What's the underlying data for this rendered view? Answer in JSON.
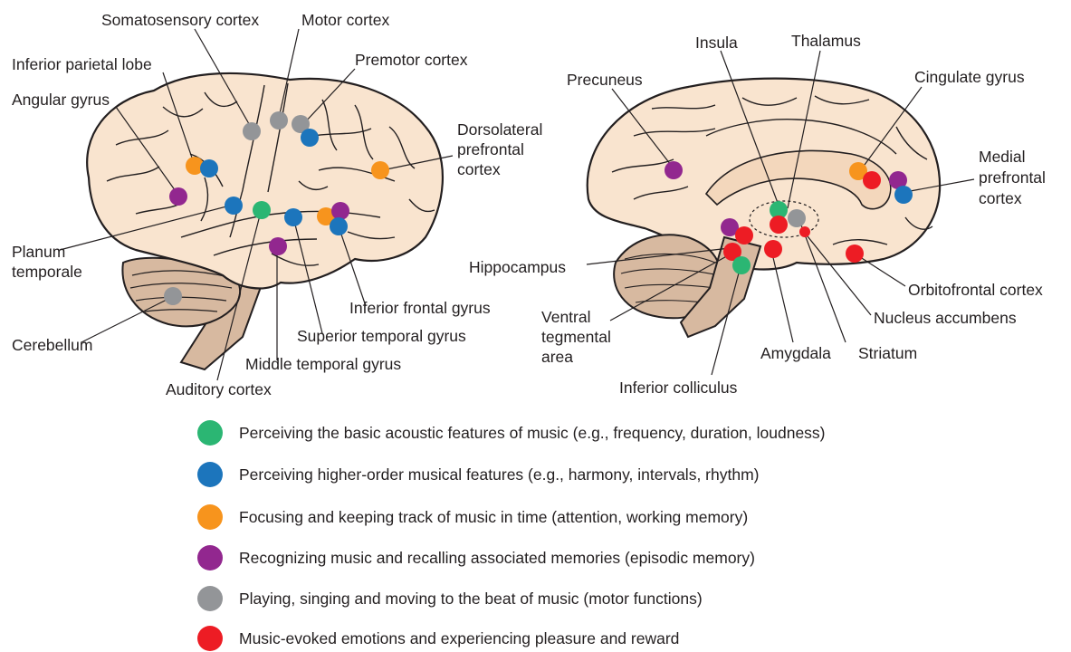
{
  "colors": {
    "acoustic": "#2bb673",
    "higher_order": "#1c75bc",
    "attention": "#f7941d",
    "memory": "#92278f",
    "motor": "#939598",
    "emotion": "#ed1c24",
    "tissue": "#f9e4cf",
    "tissue_dark": "#d7b9a0",
    "outline": "#231f20"
  },
  "lateral_labels": {
    "somatosensory": "Somatosensory cortex",
    "motor": "Motor cortex",
    "premotor": "Premotor cortex",
    "inferior_parietal": "Inferior parietal lobe",
    "angular": "Angular gyrus",
    "dlpfc_1": "Dorsolateral",
    "dlpfc_2": "prefrontal",
    "dlpfc_3": "cortex",
    "planum_1": "Planum",
    "planum_2": "temporale",
    "cerebellum": "Cerebellum",
    "inferior_frontal": "Inferior frontal gyrus",
    "superior_temporal": "Superior temporal gyrus",
    "middle_temporal": "Middle temporal gyrus",
    "auditory": "Auditory cortex"
  },
  "medial_labels": {
    "insula": "Insula",
    "thalamus": "Thalamus",
    "precuneus": "Precuneus",
    "cingulate": "Cingulate gyrus",
    "mpfc_1": "Medial",
    "mpfc_2": "prefrontal",
    "mpfc_3": "cortex",
    "hippocampus": "Hippocampus",
    "vta_1": "Ventral",
    "vta_2": "tegmental",
    "vta_3": "area",
    "ofc": "Orbitofrontal cortex",
    "accumbens": "Nucleus accumbens",
    "amygdala": "Amygdala",
    "striatum": "Striatum",
    "inferior_colliculus": "Inferior colliculus"
  },
  "legend": [
    {
      "key": "acoustic",
      "text": "Perceiving the basic acoustic features of music (e.g., frequency, duration, loudness)"
    },
    {
      "key": "higher_order",
      "text": "Perceiving higher-order musical features (e.g., harmony, intervals, rhythm)"
    },
    {
      "key": "attention",
      "text": "Focusing and keeping track of music in time (attention, working memory)"
    },
    {
      "key": "memory",
      "text": "Recognizing music and recalling associated memories (episodic memory)"
    },
    {
      "key": "motor",
      "text": "Playing, singing and moving to the beat of music (motor functions)"
    },
    {
      "key": "emotion",
      "text": "Music-evoked emotions and experiencing pleasure and reward"
    }
  ]
}
